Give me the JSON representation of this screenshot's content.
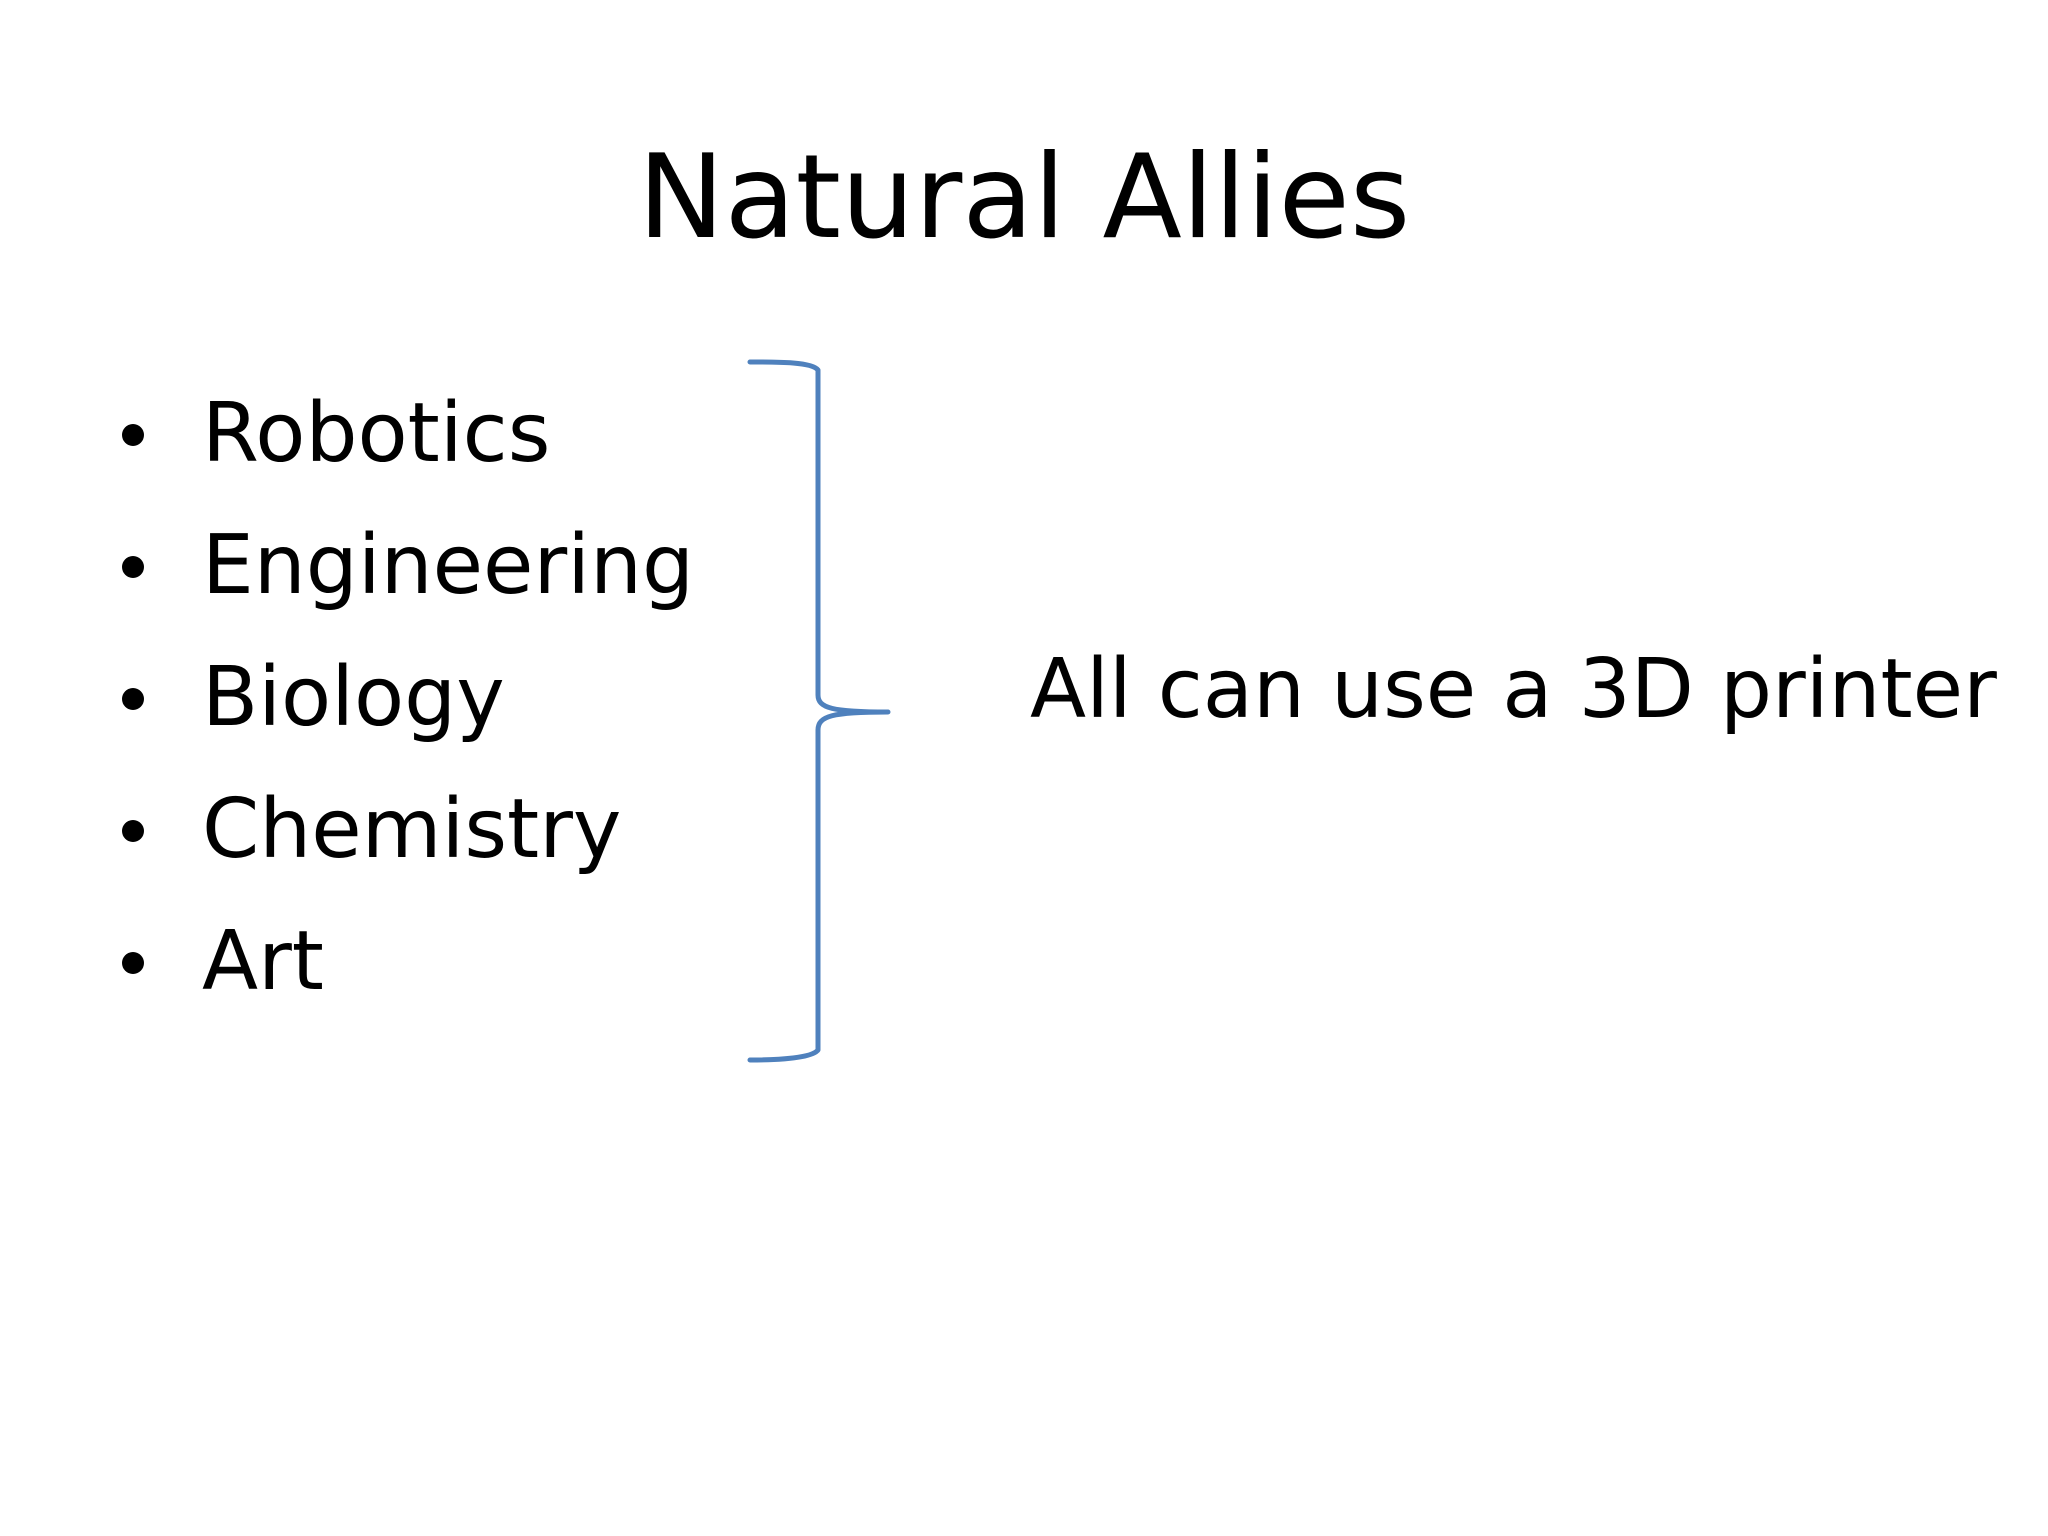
{
  "slide": {
    "title": "Natural Allies",
    "bullets": [
      {
        "label": "Robotics"
      },
      {
        "label": "Engineering"
      },
      {
        "label": "Biology"
      },
      {
        "label": "Chemistry"
      },
      {
        "label": "Art"
      }
    ],
    "summary": "All can use a 3D printer",
    "colors": {
      "background": "#ffffff",
      "text": "#000000",
      "brace": "#4f81bd"
    },
    "icons": {
      "bullet": "bullet-dot-icon",
      "brace": "right-curly-brace-icon"
    }
  }
}
